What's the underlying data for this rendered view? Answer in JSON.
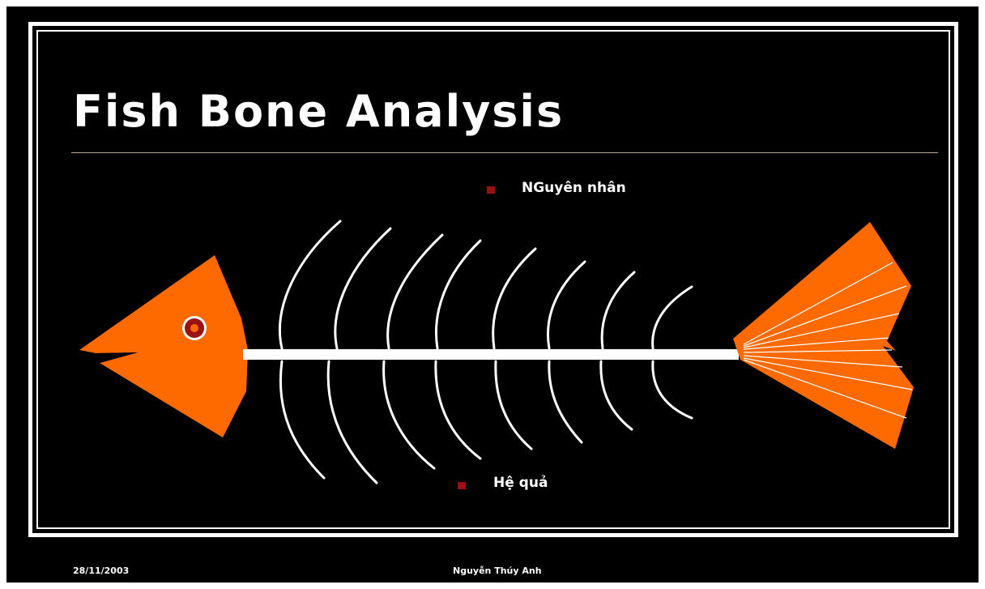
{
  "slide": {
    "title": "Fish Bone Analysis",
    "cause_label": "NGuyên nhân",
    "effect_label": "Hệ quả",
    "footer_date": "28/11/2003",
    "footer_author": "Nguyễn Thúy Anh"
  },
  "colors": {
    "background": "#000000",
    "fish_body": "#ff6a00",
    "bones": "#ffffff",
    "bullet": "#9b1010",
    "eye_ring": "#9b1010"
  },
  "icons": [
    "fish-head-icon",
    "fish-eye-icon",
    "fish-spine-icon",
    "fish-rib-icon",
    "fish-tail-icon",
    "bullet-icon"
  ]
}
